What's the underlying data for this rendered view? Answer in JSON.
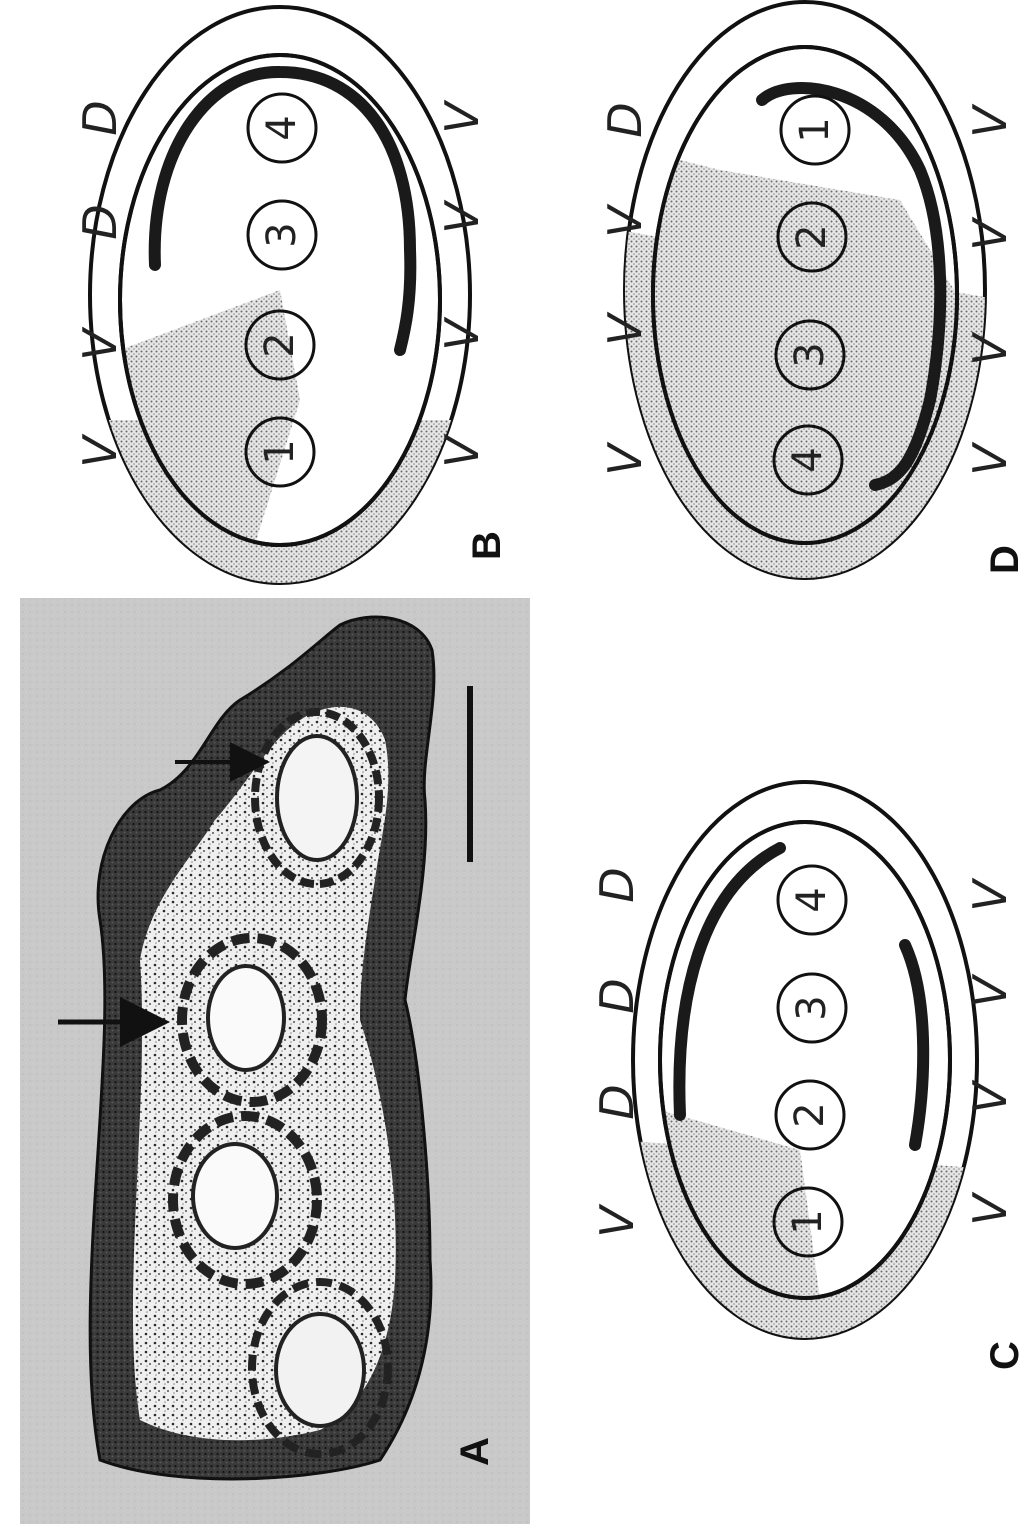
{
  "figure": {
    "panels": [
      {
        "id": "A",
        "label": "A",
        "kind": "photomicrograph"
      },
      {
        "id": "B",
        "label": "B",
        "kind": "schematic",
        "digits": [
          "1",
          "2",
          "3",
          "4"
        ],
        "top_letters": [
          "V",
          "V",
          "D",
          "D"
        ],
        "bottom_letters": [
          "V",
          "V",
          "V",
          "V"
        ],
        "stipple_color": "#cfcfcf",
        "band_color": "#1a1a1a"
      },
      {
        "id": "C",
        "label": "C",
        "kind": "schematic",
        "digits": [
          "1",
          "2",
          "3",
          "4"
        ],
        "top_letters": [
          "V",
          "D",
          "D",
          "D"
        ],
        "bottom_letters": [
          "V",
          "V",
          "V",
          "V"
        ],
        "stipple_color": "#cfcfcf",
        "band_color": "#1a1a1a"
      },
      {
        "id": "D",
        "label": "D",
        "kind": "schematic",
        "digits": [
          "4",
          "3",
          "2",
          "1"
        ],
        "top_letters": [
          "V",
          "V",
          "V",
          "D"
        ],
        "bottom_letters": [
          "V",
          "V",
          "V",
          "V"
        ],
        "stipple_color": "#cfcfcf",
        "band_color": "#1a1a1a"
      }
    ]
  }
}
